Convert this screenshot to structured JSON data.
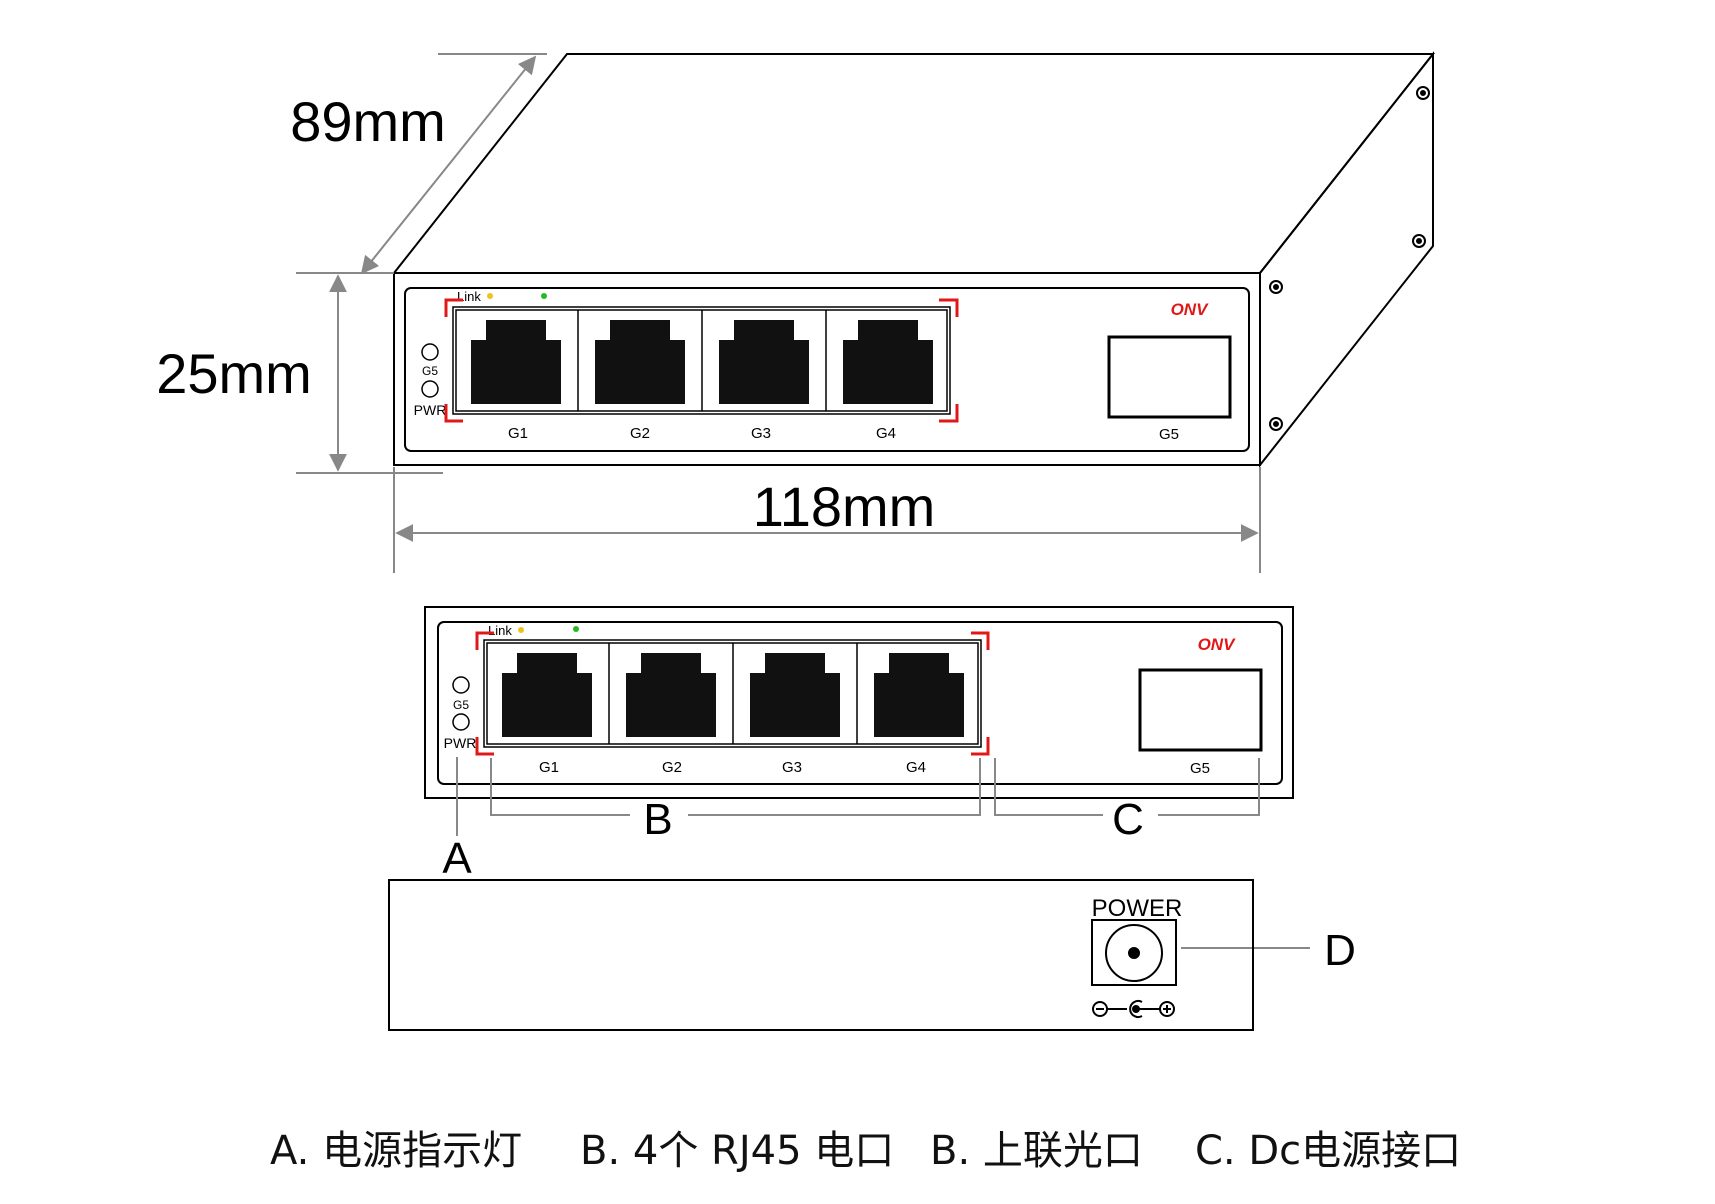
{
  "dimensions": {
    "depth": "89mm",
    "height": "25mm",
    "width": "118mm"
  },
  "device": {
    "brand": "ONV",
    "link_label": "Link",
    "led_labels": [
      "G5",
      "PWR"
    ],
    "ports": [
      "G1",
      "G2",
      "G3",
      "G4"
    ],
    "sfp_label": "G5",
    "power_label": "POWER"
  },
  "callouts": {
    "a": "A",
    "b": "B",
    "c": "C",
    "d": "D"
  },
  "legend": [
    "A. 电源指示灯",
    "B. 4个 RJ45 电口",
    "B. 上联光口",
    "C. Dc电源接口"
  ],
  "colors": {
    "line": "#000000",
    "dimension": "#888888",
    "marker": "#e01818",
    "brand": "#e01818",
    "link_led": "#f0c020",
    "act_led": "#22bb22"
  }
}
